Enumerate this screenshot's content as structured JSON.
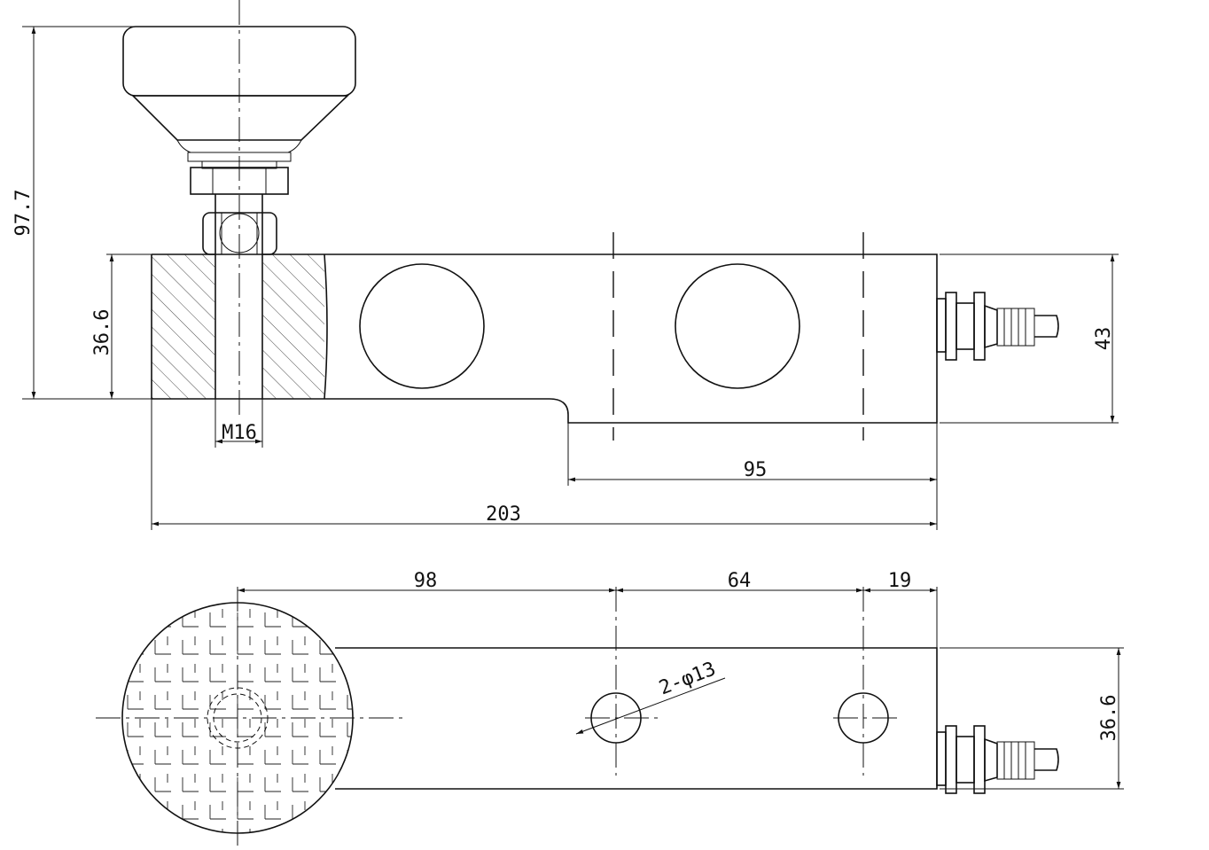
{
  "dimensions": {
    "total_height": "97.7",
    "body_height_side": "36.6",
    "thread": "M16",
    "beam_height": "43",
    "mount_span": "95",
    "overall_length": "203",
    "dist_center_to_hole1": "98",
    "hole_spacing": "64",
    "hole_to_end": "19",
    "holes": "2-φ13",
    "width_top_view": "36.6"
  },
  "colors": {
    "line": "#111111",
    "background": "#ffffff"
  }
}
